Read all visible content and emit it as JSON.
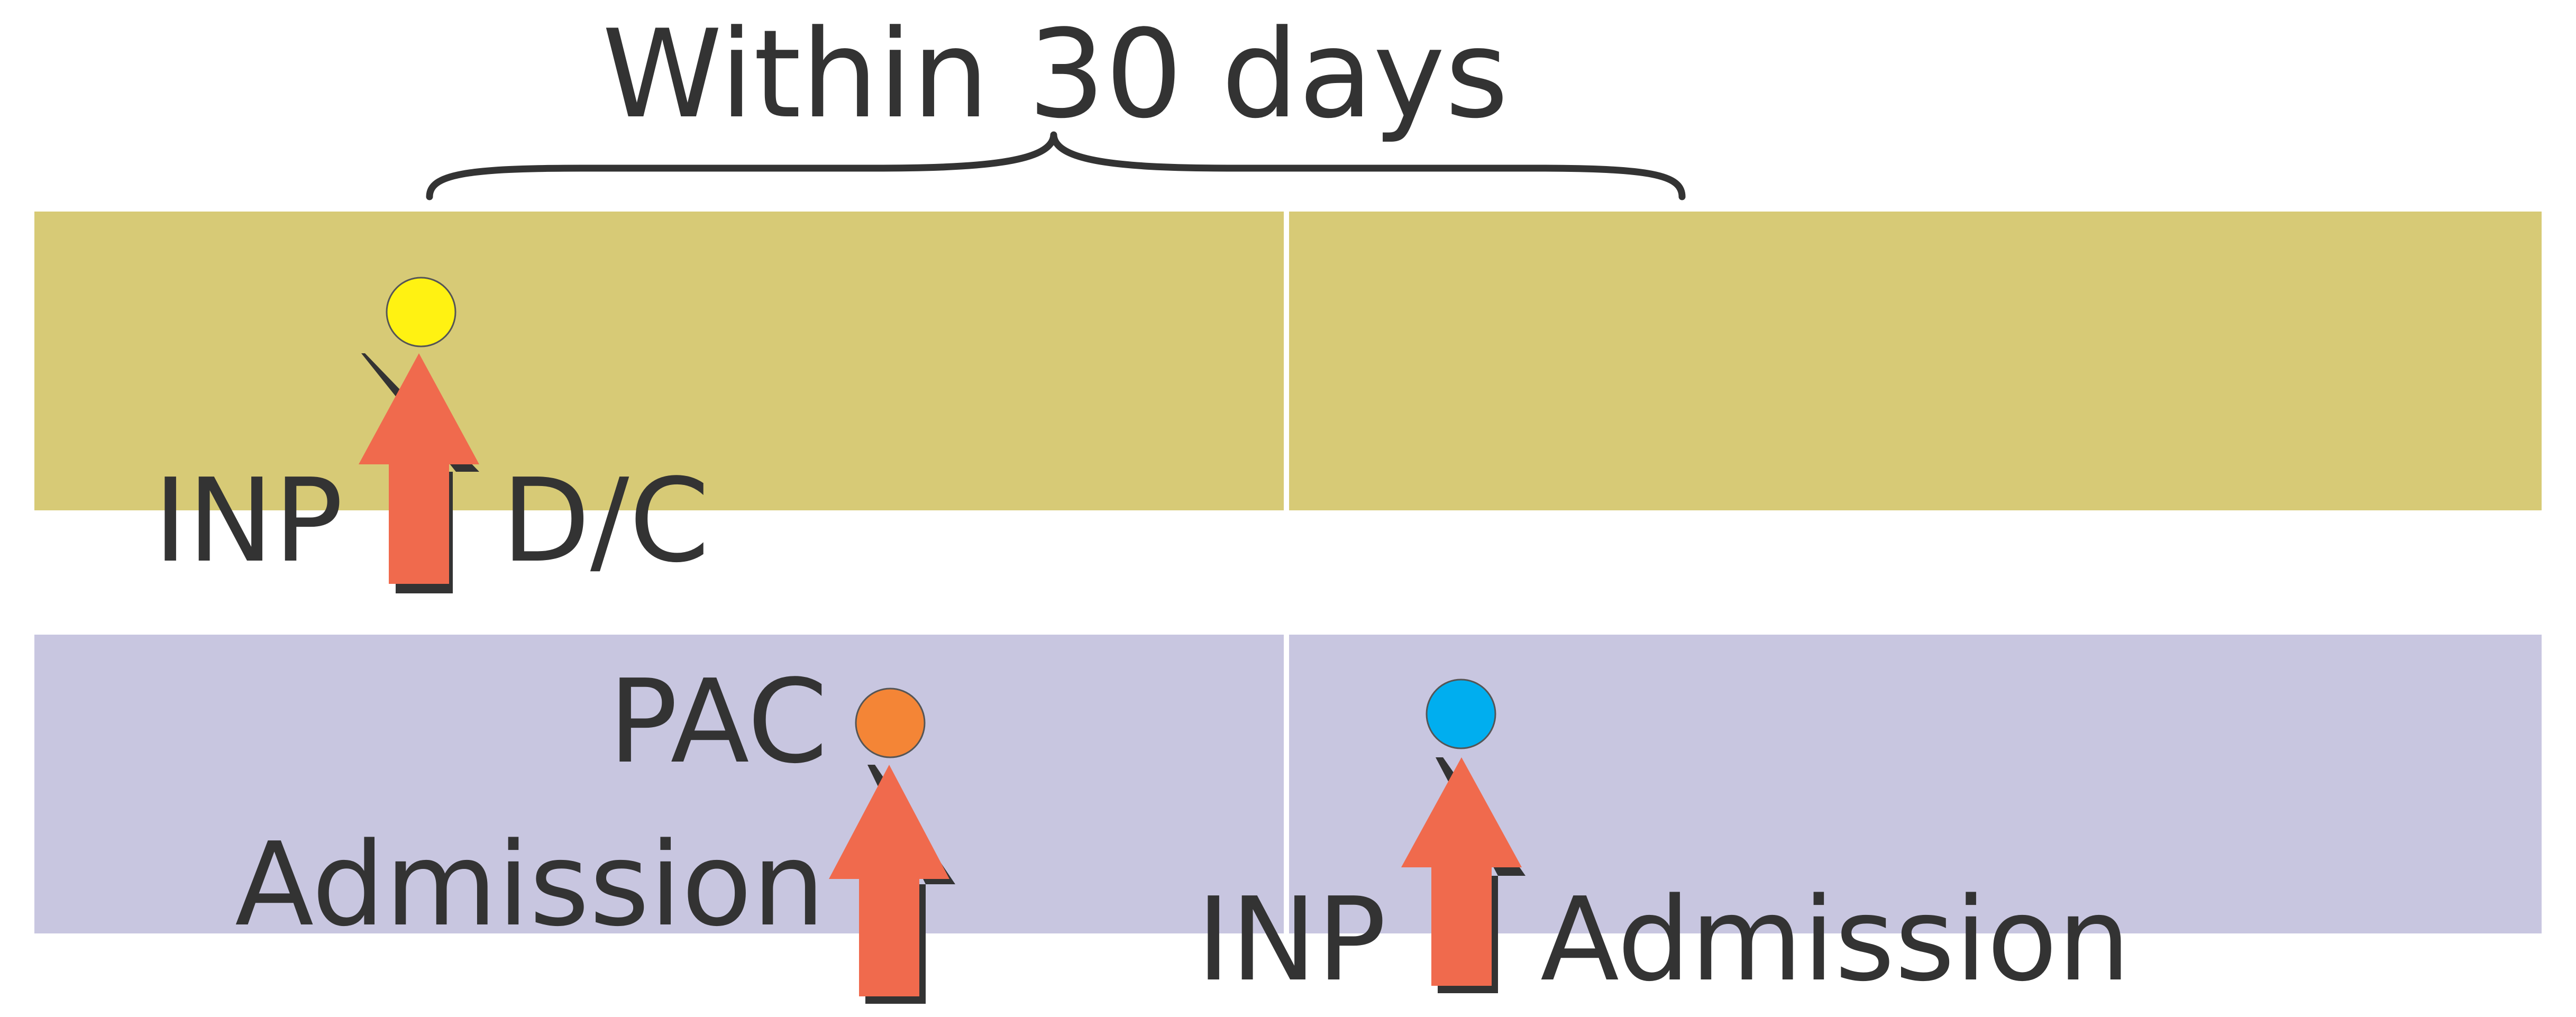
{
  "header": {
    "span_label": "Within 30 days"
  },
  "rows": {
    "top": {
      "left_label": "INP",
      "right_label": "D/C"
    },
    "bottom": {
      "left_event": {
        "line1": "PAC",
        "line2": "Admission"
      },
      "right_event": {
        "left_label": "INP",
        "right_label": "Admission"
      }
    }
  },
  "colors": {
    "top_band": "#D7CA76",
    "bottom_band": "#C8C6E0",
    "arrow_fill": "#F06A4D",
    "arrow_shadow": "#333333",
    "dot_yellow": "#FFF212",
    "dot_orange": "#F48536",
    "dot_blue": "#00AEEF",
    "text": "#333333"
  },
  "icons": {
    "discharge_marker": "yellow-dot-icon",
    "pac_marker": "orange-dot-icon",
    "readmission_marker": "blue-dot-icon",
    "event_pointer": "up-arrow-icon"
  }
}
